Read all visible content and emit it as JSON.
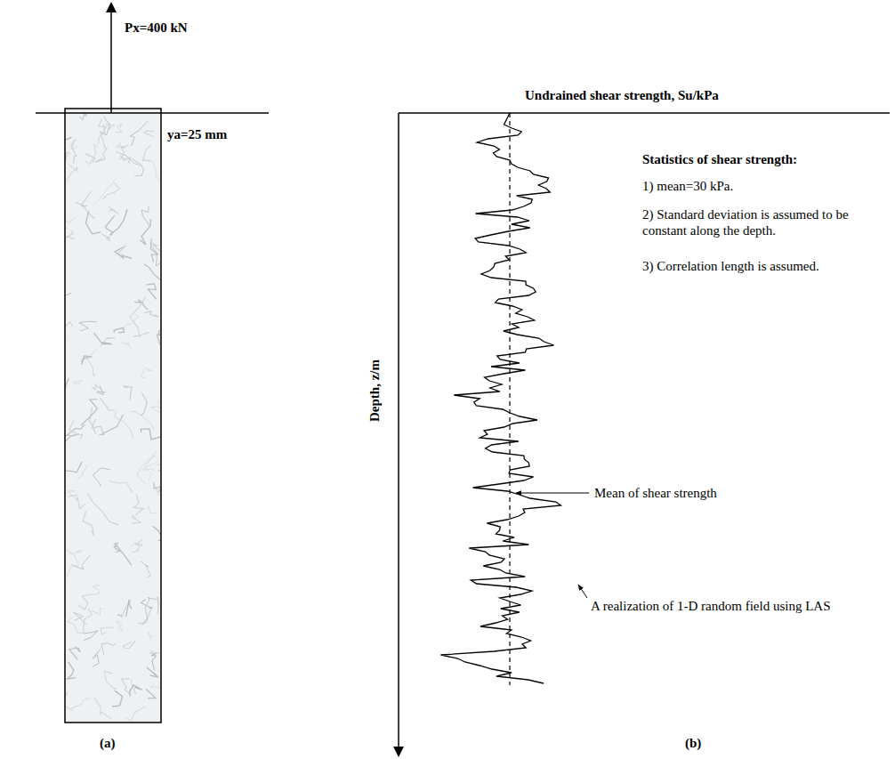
{
  "diagram": {
    "labels": [
      "Px=400 kN",
      "ya=25 mm",
      "(a)",
      "Undrained shear strength, Su/kPa",
      "Depth, z/m",
      "Statistics of shear strength:",
      "1) mean=30 kPa.",
      "2) Standard deviation is assumed to be constant along the depth.",
      "3) Correlation length is assumed.",
      "Mean of shear strength",
      "A realization of 1-D random field using LAS",
      "(b)"
    ]
  }
}
